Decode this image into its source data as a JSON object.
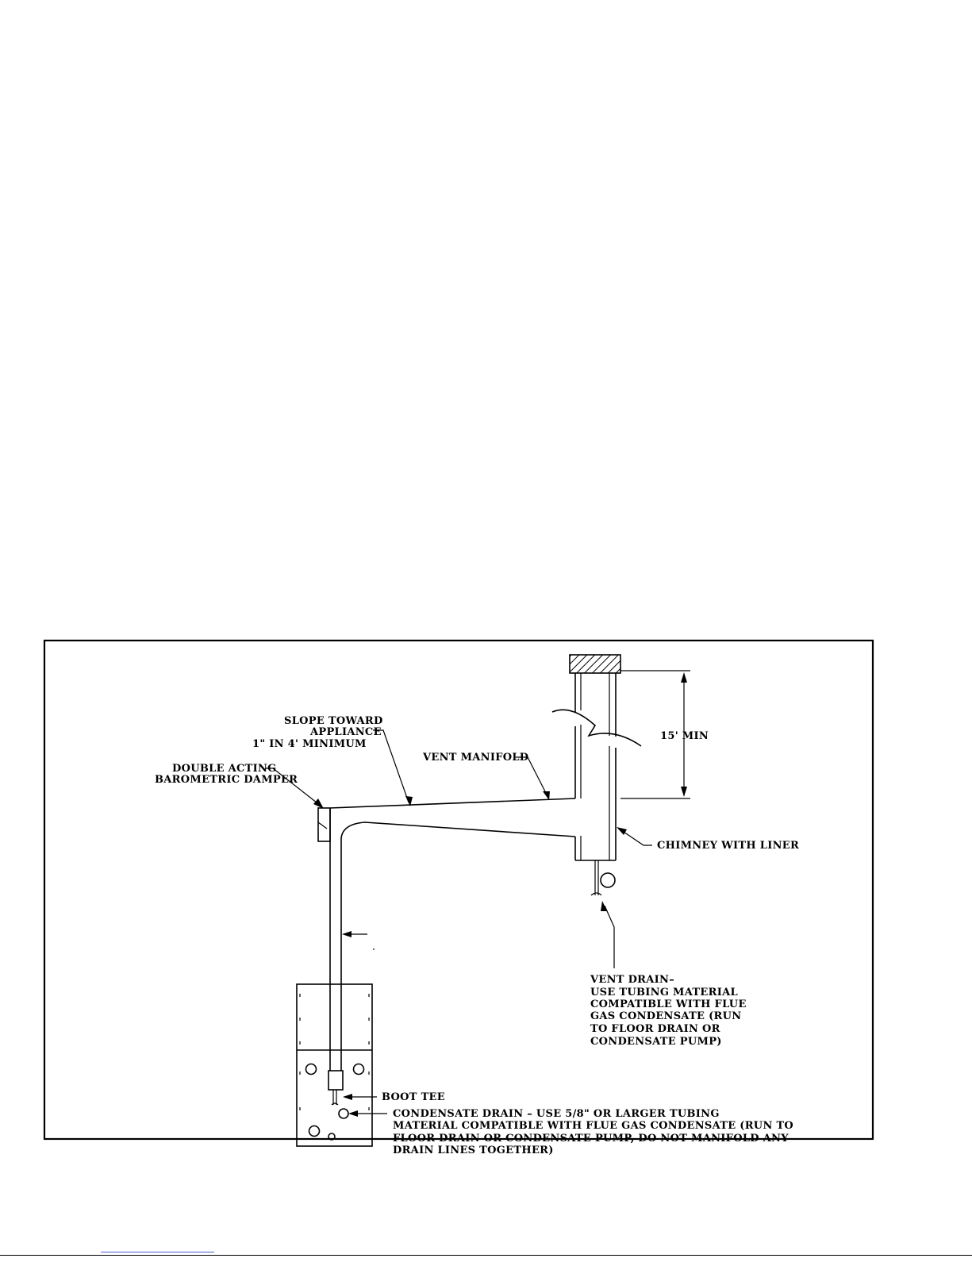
{
  "labels": {
    "slope": [
      "SLOPE TOWARD",
      "APPLIANCE",
      "1\" IN 4' MINIMUM"
    ],
    "damper": [
      "DOUBLE ACTING",
      "BAROMETRIC DAMPER"
    ],
    "vent_manifold": "VENT MANIFOLD",
    "min_height": "15' MIN",
    "chimney": "CHIMNEY WITH LINER",
    "vent_drain": [
      "VENT DRAIN–",
      "USE TUBING MATERIAL",
      "COMPATIBLE WITH FLUE",
      "GAS CONDENSATE (RUN",
      "TO FLOOR DRAIN OR",
      "CONDENSATE PUMP)"
    ],
    "boot_tee": "BOOT TEE",
    "condensate_drain": [
      "CONDENSATE DRAIN – USE 5/8\" OR LARGER TUBING",
      "MATERIAL COMPATIBLE WITH FLUE GAS CONDENSATE (RUN TO",
      "FLOOR DRAIN OR CONDENSATE PUMP, DO NOT MANIFOLD ANY",
      "DRAIN LINES TOGETHER)"
    ]
  }
}
